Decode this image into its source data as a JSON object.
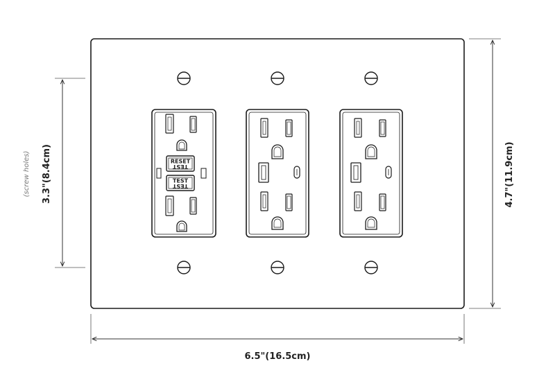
{
  "dimensions": {
    "width_label": "6.5\"(16.5cm)",
    "height_label": "4.7\"(11.9cm)",
    "screw_span_label": "3.3\"(8.4cm)",
    "screw_span_note": "(screw holes)"
  },
  "gfci": {
    "reset_label": "RESET",
    "reset_mirror_label": "TEST",
    "test_label": "TEST",
    "test_mirror_label": "TEST"
  },
  "icons": {
    "screw": "slotted-screw-icon",
    "usb_a": "usb-a-port-icon",
    "usb_c": "usb-c-port-icon"
  },
  "colors": {
    "line": "#1a1a1a",
    "dimension_line": "#333333",
    "background": "#ffffff"
  }
}
